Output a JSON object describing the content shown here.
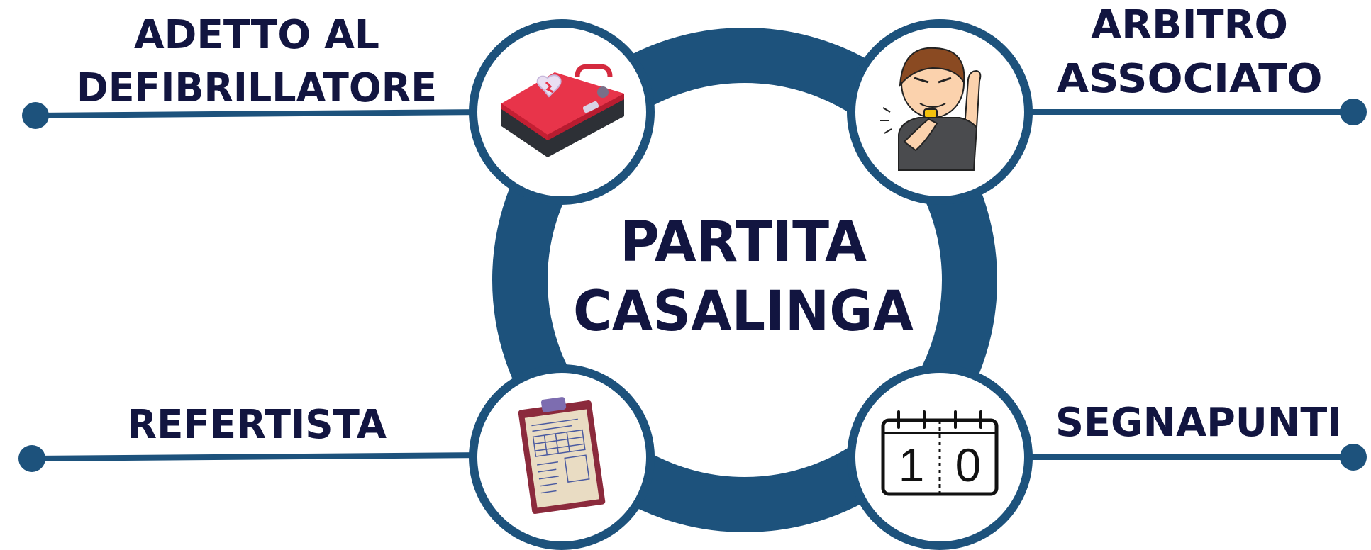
{
  "center": {
    "line1": "PARTITA",
    "line2": "CASALINGA"
  },
  "roles": {
    "top_left": {
      "line1": "ADETTO AL",
      "line2": "DEFIBRILLATORE",
      "icon": "defibrillator-icon"
    },
    "top_right": {
      "line1": "ARBITRO",
      "line2": "ASSOCIATO",
      "icon": "referee-whistle-icon"
    },
    "bottom_left": {
      "line1": "REFERTISTA",
      "icon": "clipboard-scoresheet-icon"
    },
    "bottom_right": {
      "line1": "SEGNAPUNTI",
      "icon": "flip-scoreboard-icon",
      "score_left": "1",
      "score_right": "0"
    }
  },
  "colors": {
    "ring": "#1d527c",
    "text": "#121540",
    "defib": "#e8344a",
    "clipboard": "#8b2a3c"
  }
}
